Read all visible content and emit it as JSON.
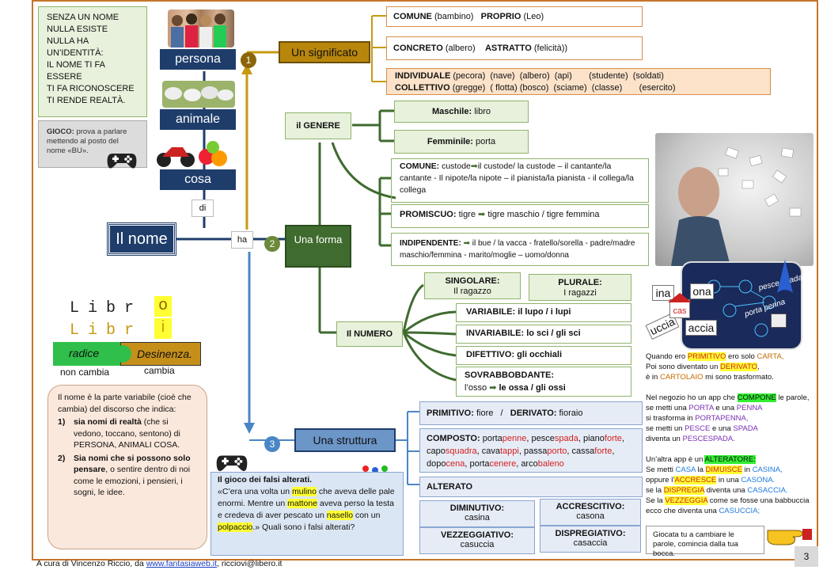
{
  "intro_box": {
    "lines": [
      "SENZA UN NOME",
      "NULLA ESISTE",
      "NULLA HA",
      "UN’IDENTITÀ:",
      "IL NOME TI FA",
      "ESSERE",
      "TI FA RICONOSCERE",
      "TI RENDE REALTÀ."
    ]
  },
  "gioco_box": {
    "title": "GIOCO:",
    "text": "prova a parlare mettendo al posto del nome «BU»."
  },
  "categories": {
    "persona": "persona",
    "animale": "animale",
    "cosa": "cosa",
    "di": "di"
  },
  "nome_label": "Il nome",
  "ha_label": "ha",
  "numbers": {
    "one": "1",
    "two": "2",
    "three": "3"
  },
  "significato": {
    "title": "Un significato",
    "row1": {
      "a": "COMUNE",
      "a_ex": "(bambino)",
      "b": "PROPRIO",
      "b_ex": "(Leo)"
    },
    "row2": {
      "a": "CONCRETO",
      "a_ex": "(albero)",
      "b": "ASTRATTO",
      "b_ex": "(felicità))"
    },
    "row3": {
      "a": "INDIVIDUALE",
      "a_ex": "(pecora)  (nave)  (albero)  (api)       (studente)  (soldati)",
      "b": "COLLETTIVO",
      "b_ex": "(gregge)  ( flotta) (bosco)  (sciame)  (classe)       (esercito)"
    }
  },
  "forma": {
    "title": "Una forma",
    "genere": "il GENERE",
    "maschile": {
      "label": "Maschile:",
      "ex": "libro"
    },
    "femminile": {
      "label": "Femminile:",
      "ex": "porta"
    },
    "comune": {
      "label": "COMUNE:",
      "text1": "custode",
      "text2": "il custode/ la custode – il cantante/la cantante -  Il nipote/la nipote – il pianista/la pianista  - il collega/la collega"
    },
    "promiscuo": {
      "label": "PROMISCUO:",
      "text1": "tigre",
      "text2": "tigre maschio / tigre femmina"
    },
    "indipendente": {
      "label": "INDIPENDENTE:",
      "text": "il bue / la vacca - fratello/sorella - padre/madre maschio/femmina -  marito/moglie – uomo/donna"
    },
    "numero": "Il NUMERO",
    "singolare": {
      "label": "SINGOLARE:",
      "ex": "Il ragazzo"
    },
    "plurale": {
      "label": "PLURALE:",
      "ex": "I ragazzi"
    },
    "variabile": {
      "label": "VARIABILE:",
      "ex": "il lupo  /   i lupi"
    },
    "invariabile": {
      "label": "INVARIABILE:",
      "ex": "lo sci  /  gli sci"
    },
    "difettivo": {
      "label": "DIFETTIVO:",
      "ex": "gli occhiali"
    },
    "sovrabbondante": {
      "label": "SOVRABBOBDANTE:",
      "ex1": "l’osso",
      "ex2": "le ossa / gli ossi"
    }
  },
  "libro": {
    "root": "Libr",
    "end1": "o",
    "end2": "i",
    "radice": "radice",
    "desinenza": "Desinenza.",
    "non_cambia": "non cambia",
    "cambia": "cambia"
  },
  "definition": {
    "intro": "Il nome è la parte variabile (cioè che cambia) del discorso che indica:",
    "p1_num": "1)",
    "p1_b": "sia nomi di realtà",
    "p1": " (che si vedono, toccano, sentono) di PERSONA,  ANIMALI COSA.",
    "p2_num": "2)",
    "p2_b": "Sia nomi che si possono solo pensare",
    "p2": ", o sentire dentro di noi come le emozioni, i pensieri, i sogni, le idee."
  },
  "struttura": {
    "title": "Una struttura",
    "primitivo": {
      "label": "PRIMITIVO:",
      "ex": "fiore",
      "label2": "DERIVATO:",
      "ex2": "fioraio"
    },
    "composto": {
      "label": "COMPOSTO:"
    },
    "alterato": "ALTERATO",
    "diminutivo": {
      "label": "DIMINUTIVO:",
      "ex": "casina"
    },
    "accrescitivo": {
      "label": "ACCRESCITIVO:",
      "ex": "casona"
    },
    "vezzeggiativo": {
      "label": "VEZZEGGIATIVO:",
      "ex": "casuccia"
    },
    "dispregiativo": {
      "label": "DISPREGIATIVO:",
      "ex": "casaccia"
    }
  },
  "composti": [
    {
      "a": "porta",
      "b": "penne"
    },
    {
      "a": "pesce",
      "b": "spada"
    },
    {
      "a": "piano",
      "b": "forte"
    },
    {
      "a": "capo",
      "b": "squadra"
    },
    {
      "a": "cava",
      "b": "tappi"
    },
    {
      "a": "passa",
      "b": "porto"
    },
    {
      "a": "cassa",
      "b": "forte"
    },
    {
      "a": "dopo",
      "b": "cena"
    },
    {
      "a": "porta",
      "b": "cenere"
    },
    {
      "a": "arco",
      "b": "baleno"
    }
  ],
  "falsi": {
    "title": "Il gioco dei falsi alterati.",
    "t1": "«C’era una volta un ",
    "w1": "mulino",
    "t2": " che aveva delle pale enormi. Mentre un ",
    "w2": "mattone",
    "t3": " aveva perso la testa e credeva di aver pescato un ",
    "w3": "nasello",
    "t4": " con un ",
    "w4": "polpaccio",
    "t5": ".» Quali sono i falsi alterati?"
  },
  "right_story": {
    "l1a": "Quando ero ",
    "l1b": "PRIMITIVO",
    "l1c": " ero solo ",
    "l1d": "CARTA,",
    "l2a": "Poi sono diventato un ",
    "l2b": "DERIVATO",
    ",": ",",
    "l3a": "è in ",
    "l3b": "CARTOLAIO",
    "l3c": " mi sono trasformato.",
    "m1a": "Nel negozio ho un app che ",
    "m1b": "COMPONE",
    "m1c": " le parole,",
    "m2a": "se metti una ",
    "m2b": "PORTA",
    "m2c": " e  una ",
    "m2d": "PENNA",
    "m3a": "si trasforma in ",
    "m3b": "PORTAPENNA,",
    "m4a": "se metti un ",
    "m4b": "PESCE",
    "m4c": " e una ",
    "m4d": "SPADA",
    "m5a": "diventa un ",
    "m5b": "PESCESPADA.",
    "n1a": "Un’altra app è un ",
    "n1b": "ALTERATORE:",
    "n2a": "Se metti ",
    "n2b": "CASA",
    "n2c": " la ",
    "n2d": "DIMUISCE",
    "n2e": " in ",
    "n2f": "CASINA,",
    "n3a": "oppure l’",
    "n3b": "ACCRESCE",
    "n3c": " in una ",
    "n3d": "CASONA.",
    "n4a": "se la ",
    "n4b": "DISPREGIA",
    "n4c": " diventa una ",
    "n4d": "CASACCIA.",
    "n5a": "Se la ",
    "n5b": "VEZZEGGIA",
    "n5c": " come se fosse una babbuccia",
    "n6a": "ecco che diventa una ",
    "n6b": "CASUCCIA;"
  },
  "app_words": {
    "ina": "ina",
    "ona": "ona",
    "uccia": "uccia",
    "accia": "accia",
    "cas": "cas",
    "pesce": "pesce spada",
    "porta": "porta penna"
  },
  "giocata": "Giocata tu a cambiare le parole, comincia dalla tua bocca.",
  "page_number": "3",
  "footer": {
    "a": "A cura di Vincenzo Riccio, da ",
    "link": "www.fantasiaweb.it",
    "b": ", ricciovi@libero.it"
  },
  "colors": {
    "frame": "#c5742b",
    "navy": "#1f3d6b",
    "green": "#3f6b2e",
    "gold": "#b8860b",
    "blue_line": "#4a86c5",
    "dark_gold": "#8b6508"
  }
}
